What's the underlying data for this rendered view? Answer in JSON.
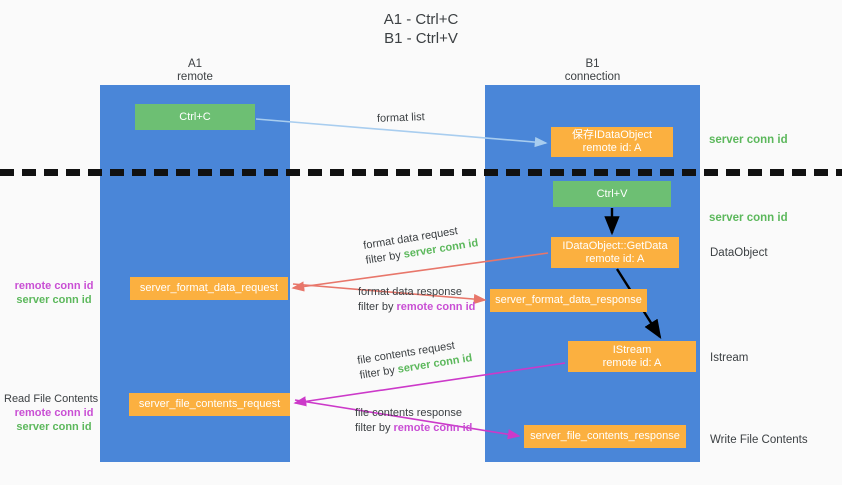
{
  "title": {
    "line1": "A1 - Ctrl+C",
    "line2": "B1 - Ctrl+V"
  },
  "columns": [
    {
      "name": "A1",
      "role": "remote"
    },
    {
      "name": "B1",
      "role": "connection"
    }
  ],
  "nodes": {
    "ctrl_c": {
      "label": "Ctrl+C",
      "color": "#6dbf73"
    },
    "save_dataobject": {
      "line1": "保存IDataObject",
      "line2": "remote id: A",
      "color": "#fbb040"
    },
    "ctrl_v": {
      "label": "Ctrl+V",
      "color": "#6dbf73"
    },
    "getdata": {
      "line1": "IDataObject::GetData",
      "line2": "remote id: A",
      "color": "#fbb040"
    },
    "istream": {
      "line1": "IStream",
      "line2": "remote id: A",
      "color": "#fbb040"
    },
    "server_format_data_request": {
      "label": "server_format_data_request",
      "color": "#fbb040"
    },
    "server_format_data_response": {
      "label": "server_format_data_response",
      "color": "#fbb040"
    },
    "server_file_contents_request": {
      "label": "server_file_contents_request",
      "color": "#fbb040"
    },
    "server_file_contents_response": {
      "label": "server_file_contents_response",
      "color": "#fbb040"
    }
  },
  "right_labels": {
    "server_conn_id_1": "server conn id",
    "server_conn_id_2": "server conn id",
    "dataobject": "DataObject",
    "istream": "Istream",
    "write_file_contents": "Write File Contents"
  },
  "left_labels": {
    "middle": {
      "remote": "remote conn id",
      "server": "server conn id"
    },
    "bottom": {
      "header": "Read File Contents",
      "remote": "remote conn id",
      "server": "server conn id"
    }
  },
  "flow_labels": {
    "format_list": "format list",
    "format_data_request": {
      "line1": "format data request",
      "prefix": "filter by ",
      "token": "server conn id"
    },
    "format_data_response": {
      "line1": "format data response",
      "prefix": "filter by ",
      "token": "remote conn id"
    },
    "file_contents_request": {
      "line1": "file contents request",
      "prefix": "filter by ",
      "token": "server conn id"
    },
    "file_contents_response": {
      "line1": "file contents response",
      "prefix": "filter by ",
      "token": "remote conn id"
    }
  },
  "colors": {
    "lane": "#4a86d8",
    "green_node": "#6dbf73",
    "orange_node": "#fbb040",
    "server_conn_id": "#5cb85c",
    "remote_conn_id": "#c94fd4",
    "arrow_light_blue": "#a8cdef",
    "arrow_red": "#e8766a",
    "arrow_magenta": "#cc39c9",
    "arrow_black": "#000000",
    "background": "#fafafa"
  }
}
